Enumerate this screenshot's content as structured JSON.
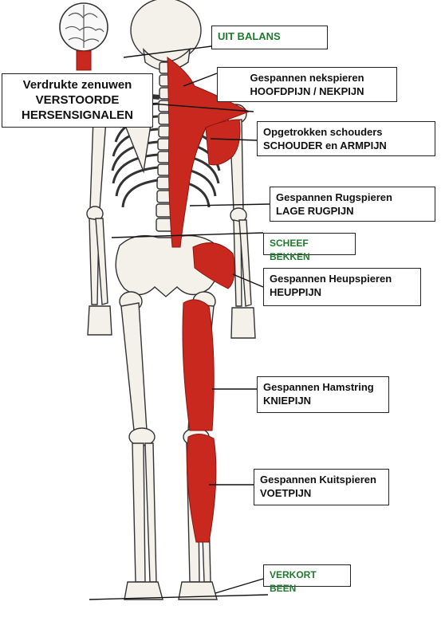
{
  "colors": {
    "muscle": "#c8281e",
    "muscle_dark": "#8e1510",
    "bone": "#f4f1ea",
    "bone_stroke": "#333333",
    "green_text": "#1f7a2e"
  },
  "labels": {
    "uit_balans": "UIT BALANS",
    "brain": {
      "line1": "Verdrukte zenuwen",
      "line2": "VERSTOORDE",
      "line3": "HERSENSIGNALEN"
    },
    "nek": {
      "line1": "Gespannen nekspieren",
      "line2": "HOOFDPIJN / NEKPIJN"
    },
    "schouders": {
      "line1": "Opgetrokken schouders",
      "line2": "SCHOUDER en ARMPIJN"
    },
    "rug": {
      "line1": "Gespannen Rugspieren",
      "line2": "LAGE RUGPIJN"
    },
    "bekken": "SCHEEF BEKKEN",
    "heup": {
      "line1": "Gespannen Heupspieren",
      "line2": "HEUPPIJN"
    },
    "hamstring": {
      "line1": "Gespannen Hamstring",
      "line2": "KNIEPIJN"
    },
    "kuit": {
      "line1": "Gespannen Kuitspieren",
      "line2": "VOETPIJN"
    },
    "been": "VERKORT BEEN"
  },
  "icons": [
    "brain-icon",
    "skeleton-figure"
  ]
}
